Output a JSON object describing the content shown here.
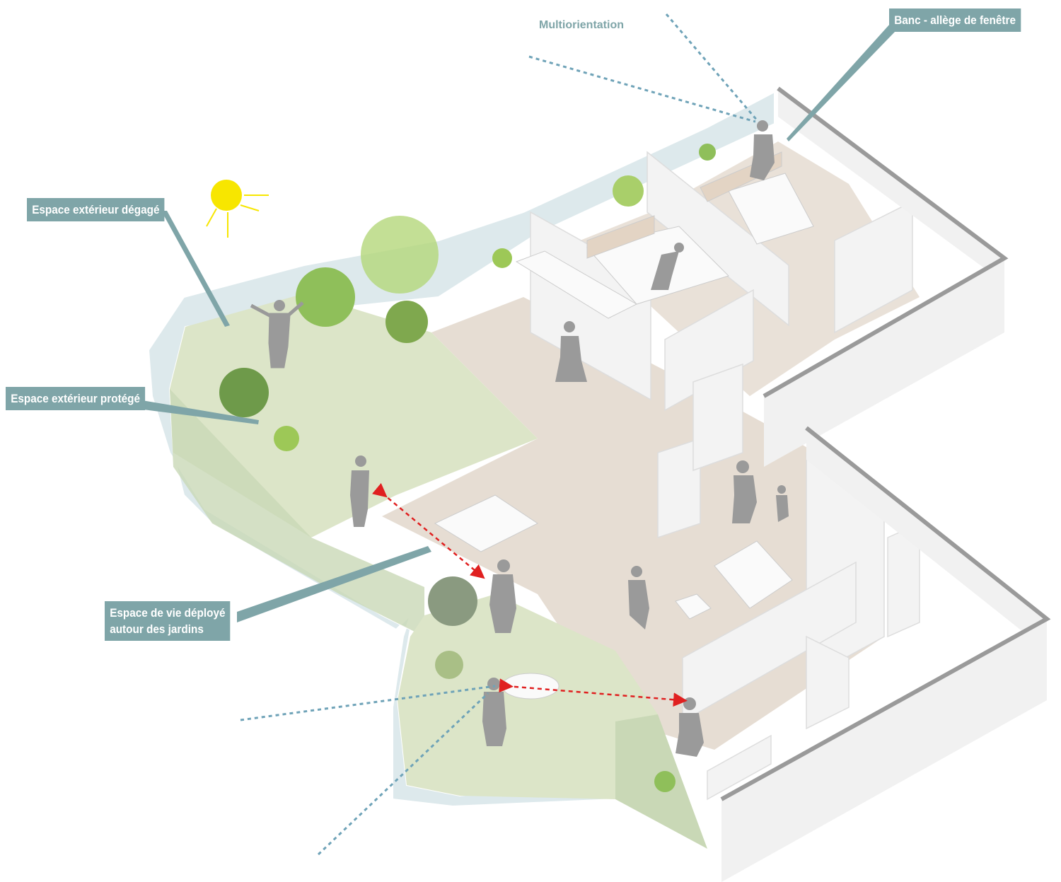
{
  "title_label": "Multiorientation",
  "labels": {
    "bench": "Banc - allège de fenêtre",
    "open_outdoor": "Espace extérieur dégagé",
    "protected_outdoor": "Espace extérieur protégé",
    "living_line1": "Espace de vie déployé",
    "living_line2": "autour des jardins"
  },
  "colors": {
    "label_bg": "#7fa5a8",
    "garden": "#dce5c8",
    "floor": "#e6ddd3",
    "sight_lines": "#6fa3b8",
    "connection_arrows": "#e02020",
    "sun": "#f7e600",
    "people": "#9a9a9a"
  }
}
